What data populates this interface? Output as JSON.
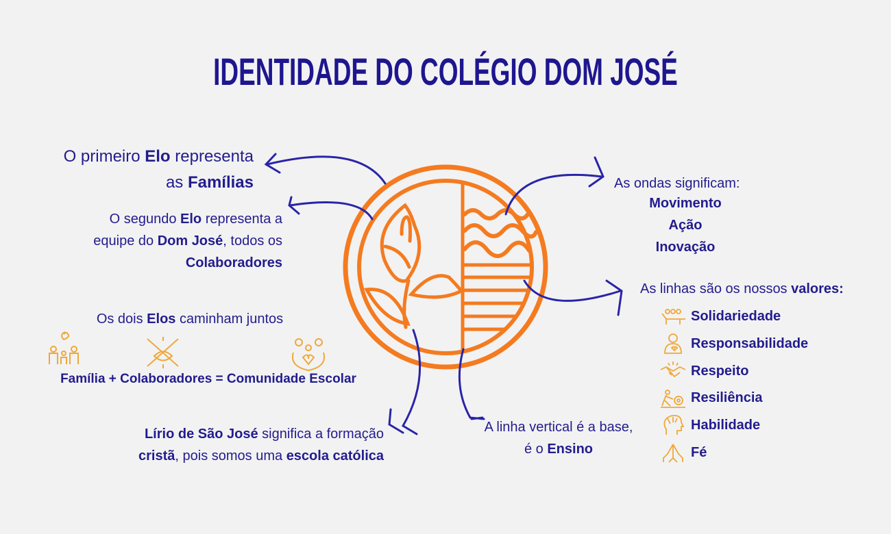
{
  "title": "IDENTIDADE DO COLÉGIO DOM JOSÉ",
  "colors": {
    "navy": "#221c8e",
    "orange": "#f47b20",
    "icon_gold": "#f0a838",
    "background": "#f2f2f2"
  },
  "first_elo": {
    "l1a": "O primeiro ",
    "l1b": "Elo",
    "l1c": " representa",
    "l2a": "as ",
    "l2b": "Famílias"
  },
  "second_elo": {
    "l1a": "O segundo ",
    "l1b": "Elo",
    "l1c": " representa a",
    "l2a": "equipe do ",
    "l2b": "Dom José",
    "l2c": ", todos os",
    "l3": "Colaboradores"
  },
  "together": {
    "a": "Os dois ",
    "b": "Elos",
    "c": " caminham juntos",
    "equation": "Família + Colaboradores = Comunidade Escolar",
    "icons": [
      "family-icon",
      "hands-together-icon",
      "community-heart-icon"
    ]
  },
  "lirio": {
    "l1a": "Lírio de São José",
    "l1b": " significa a formação",
    "l2a": "cristã",
    "l2b": ", pois somos uma ",
    "l2c": "escola católica"
  },
  "vertical": {
    "l1": "A linha vertical é a base,",
    "l2a": "é o ",
    "l2b": "Ensino"
  },
  "waves": {
    "heading": "As ondas significam:",
    "items": [
      "Movimento",
      "Ação",
      "Inovação"
    ]
  },
  "values": {
    "heading_a": "As linhas são os nossos ",
    "heading_b": "valores:",
    "items": [
      {
        "label": "Solidariedade",
        "icon": "people-group-icon"
      },
      {
        "label": "Responsabilidade",
        "icon": "person-heart-icon"
      },
      {
        "label": "Respeito",
        "icon": "handshake-icon"
      },
      {
        "label": "Resiliência",
        "icon": "person-pushing-gear-icon"
      },
      {
        "label": "Habilidade",
        "icon": "head-tools-icon"
      },
      {
        "label": "Fé",
        "icon": "praying-hands-icon"
      }
    ]
  }
}
